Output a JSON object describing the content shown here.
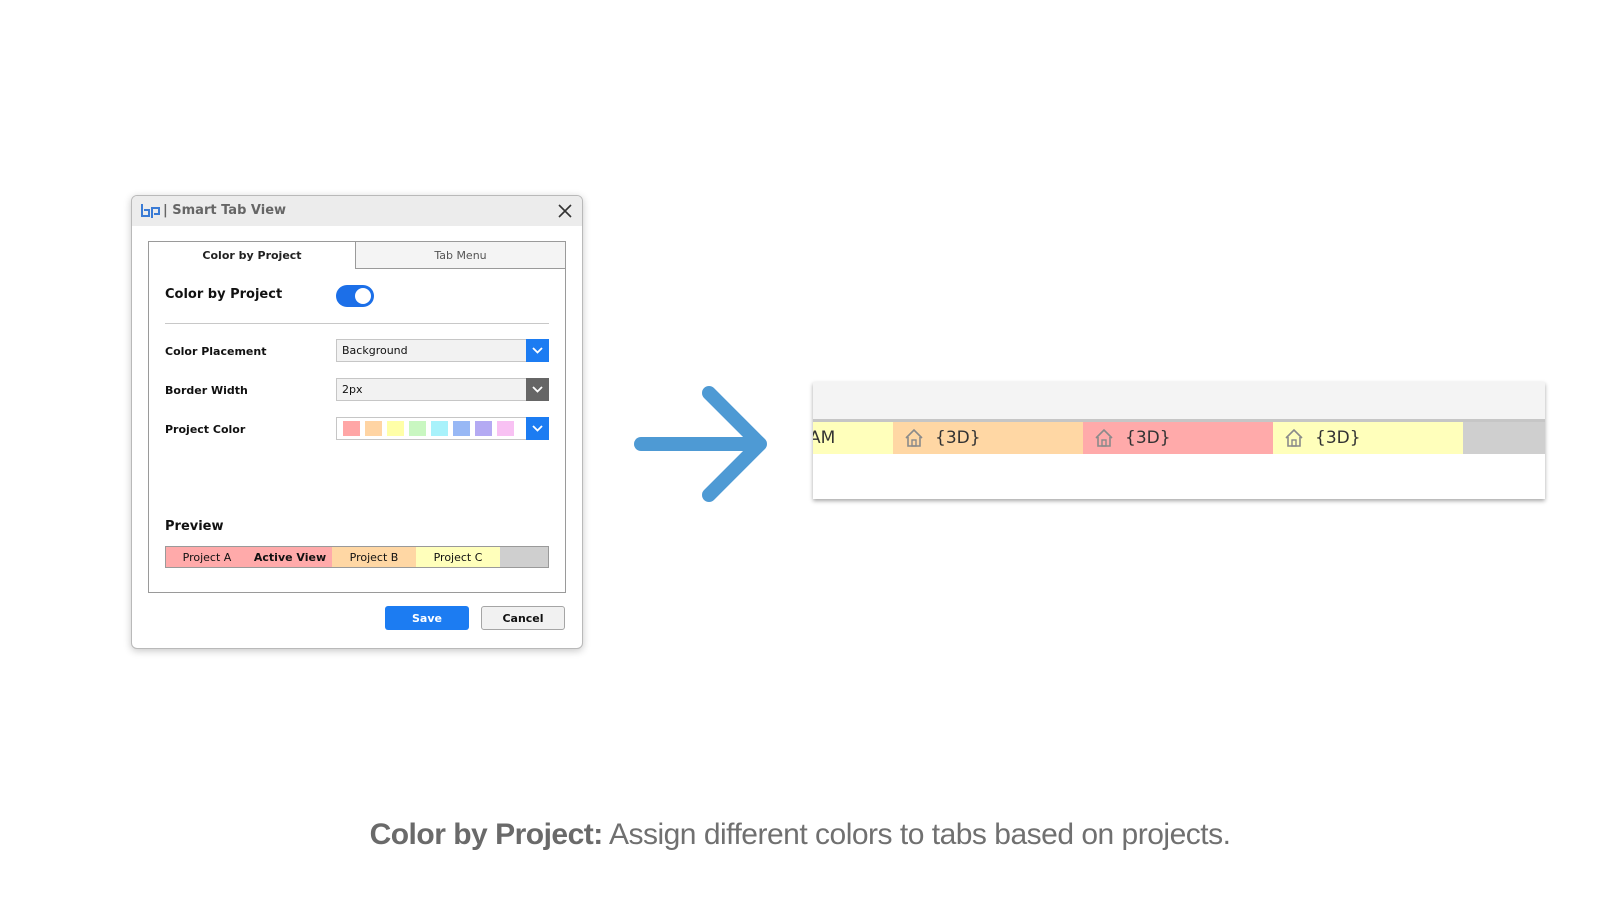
{
  "dialog": {
    "title": "| Smart Tab View",
    "tabs": [
      {
        "label": "Color by Project",
        "active": true
      },
      {
        "label": "Tab Menu",
        "active": false
      }
    ],
    "toggle": {
      "label": "Color by Project",
      "on": true
    },
    "color_placement": {
      "label": "Color Placement",
      "value": "Background"
    },
    "border_width": {
      "label": "Border Width",
      "value": "2px"
    },
    "project_color": {
      "label": "Project Color",
      "swatches": [
        "#ffa6a6",
        "#ffd4a3",
        "#ffffa8",
        "#c9f7c1",
        "#a8f2fb",
        "#98b8f5",
        "#b4aaf3",
        "#f8c1f3"
      ]
    },
    "preview": {
      "label": "Preview",
      "tabs": [
        {
          "label": "Project A",
          "color": "#ffaaaa",
          "bold": false
        },
        {
          "label": "Active View",
          "color": "#ffaaaa",
          "bold": true
        },
        {
          "label": "Project B",
          "color": "#ffd7a4",
          "bold": false
        },
        {
          "label": "Project C",
          "color": "#ffffbb",
          "bold": false
        },
        {
          "label": "",
          "color": "#cfcfcf",
          "bold": false
        }
      ]
    },
    "save_label": "Save",
    "cancel_label": "Cancel",
    "accent": "#1c7cf2"
  },
  "strip": {
    "tabs": [
      {
        "label": "AM",
        "color": "#ffffbb",
        "icon": "house-icon"
      },
      {
        "label": "{3D}",
        "color": "#ffd7a4",
        "icon": "house-icon"
      },
      {
        "label": "{3D}",
        "color": "#ffaaaa",
        "icon": "house-icon"
      },
      {
        "label": "{3D}",
        "color": "#ffffbb",
        "icon": "house-icon"
      }
    ]
  },
  "caption": {
    "bold": "Color by Project:",
    "text": " Assign different colors to tabs based on projects."
  }
}
